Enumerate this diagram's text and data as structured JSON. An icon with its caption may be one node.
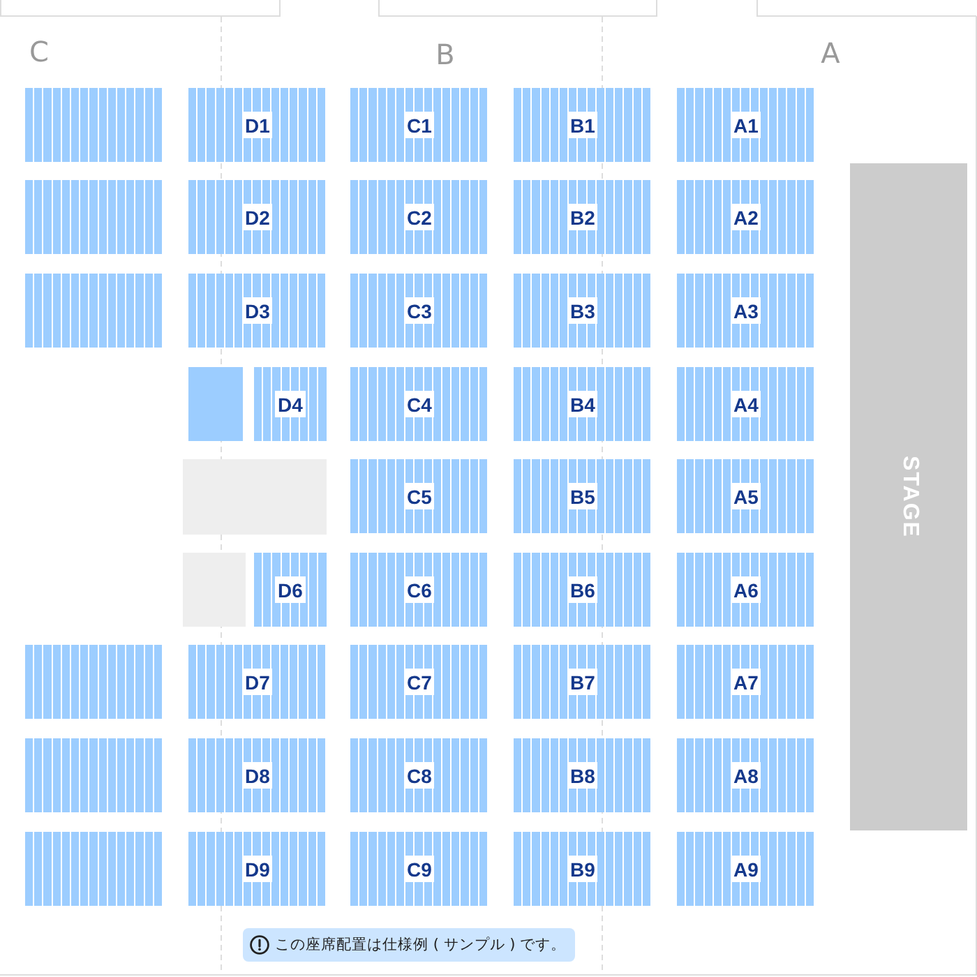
{
  "diagram": {
    "nodes": [
      {
        "text": [],
        "shape": "box"
      },
      {
        "text": [
          "D1"
        ]
      },
      {
        "text": [
          "C1"
        ]
      },
      {
        "text": [
          "B1"
        ]
      },
      {
        "text": [
          "A1"
        ]
      },
      {
        "text": [],
        "shape": "box"
      },
      {
        "text": [
          "D2"
        ]
      },
      {
        "text": [
          "C2"
        ]
      },
      {
        "text": [
          "B2"
        ]
      },
      {
        "text": [
          "A2"
        ]
      },
      {
        "text": [],
        "shape": "box"
      },
      {
        "text": [
          "D3"
        ]
      },
      {
        "text": [
          "C3"
        ]
      },
      {
        "text": [
          "B3"
        ]
      },
      {
        "text": [
          "A3"
        ]
      },
      {
        "text": [],
        "shape": "box"
      },
      {
        "text": [
          "D4"
        ]
      },
      {
        "text": [
          "C4"
        ]
      },
      {
        "text": [
          "B4"
        ]
      },
      {
        "text": [
          "A4"
        ]
      },
      {
        "text": [],
        "shape": "box"
      },
      {
        "text": [
          "C5"
        ]
      },
      {
        "text": [
          "B5"
        ]
      },
      {
        "text": [
          "A5"
        ]
      },
      {
        "text": [],
        "shape": "box"
      },
      {
        "text": [
          "D6"
        ]
      },
      {
        "text": [
          "C6"
        ]
      },
      {
        "text": [
          "B6"
        ]
      },
      {
        "text": [
          "A6"
        ]
      },
      {
        "text": [],
        "shape": "box"
      },
      {
        "text": [
          "D7"
        ]
      },
      {
        "text": [
          "C7"
        ]
      },
      {
        "text": [
          "B7"
        ]
      },
      {
        "text": [
          "A7"
        ]
      },
      {
        "text": [],
        "shape": "box"
      },
      {
        "text": [
          "D8"
        ]
      },
      {
        "text": [
          "C8"
        ]
      },
      {
        "text": [
          "B8"
        ]
      },
      {
        "text": [
          "A8"
        ]
      },
      {
        "text": [],
        "shape": "box"
      },
      {
        "text": [
          "D9"
        ]
      },
      {
        "text": [
          "C9"
        ]
      },
      {
        "text": [
          "B9"
        ]
      },
      {
        "text": [
          "A9"
        ]
      },
      {
        "text": [
          "STAGE"
        ]
      },
      {
        "text": [
          "この座席配置は仕様例 ( サンプル ) です。"
        ]
      }
    ],
    "labels": [
      "C",
      "B",
      "A"
    ]
  }
}
